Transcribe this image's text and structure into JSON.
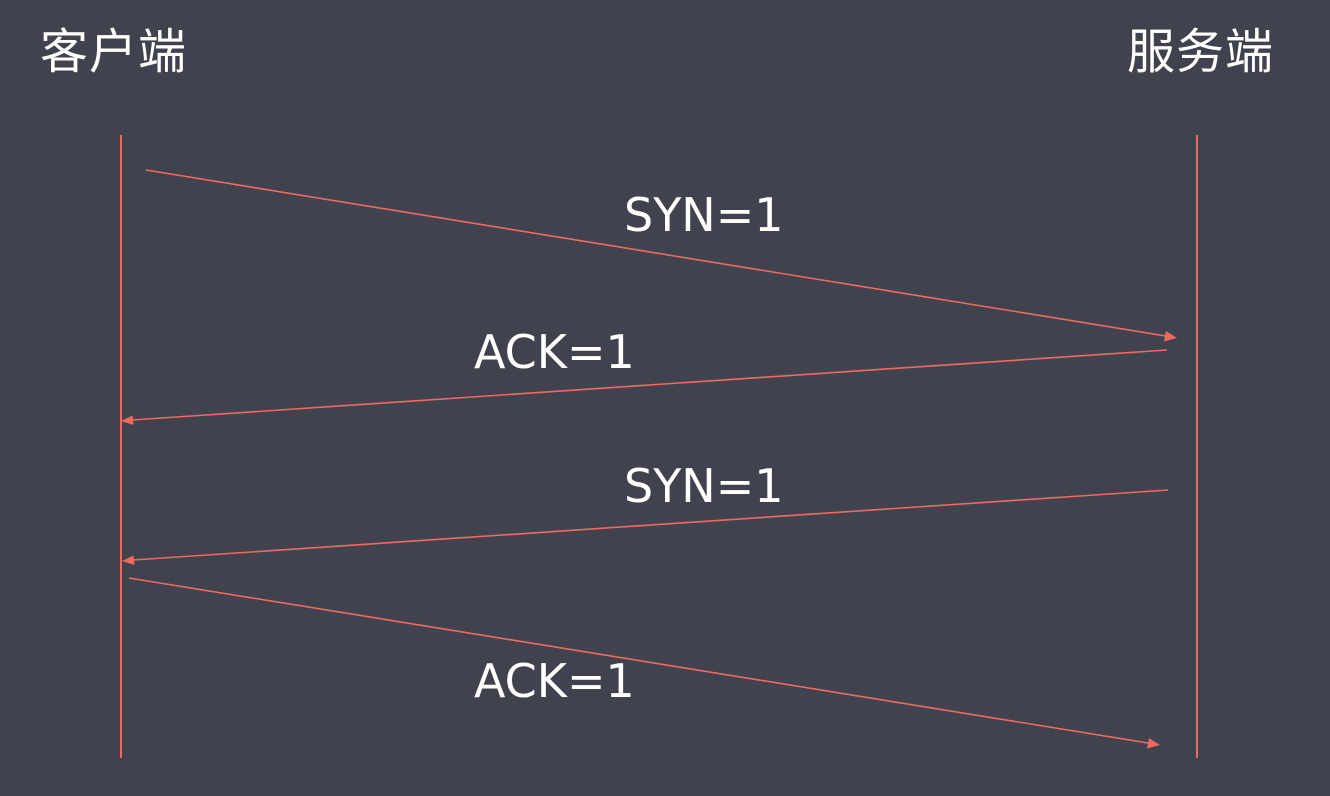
{
  "participants": {
    "client": "客户端",
    "server": "服务端"
  },
  "messages": [
    {
      "label": "SYN=1",
      "from": "client",
      "to": "server"
    },
    {
      "label": "ACK=1",
      "from": "server",
      "to": "client"
    },
    {
      "label": "SYN=1",
      "from": "server",
      "to": "client"
    },
    {
      "label": "ACK=1",
      "from": "client",
      "to": "server"
    }
  ],
  "colors": {
    "background": "#40424d",
    "line": "#ee6a5f",
    "text": "#ffffff"
  }
}
